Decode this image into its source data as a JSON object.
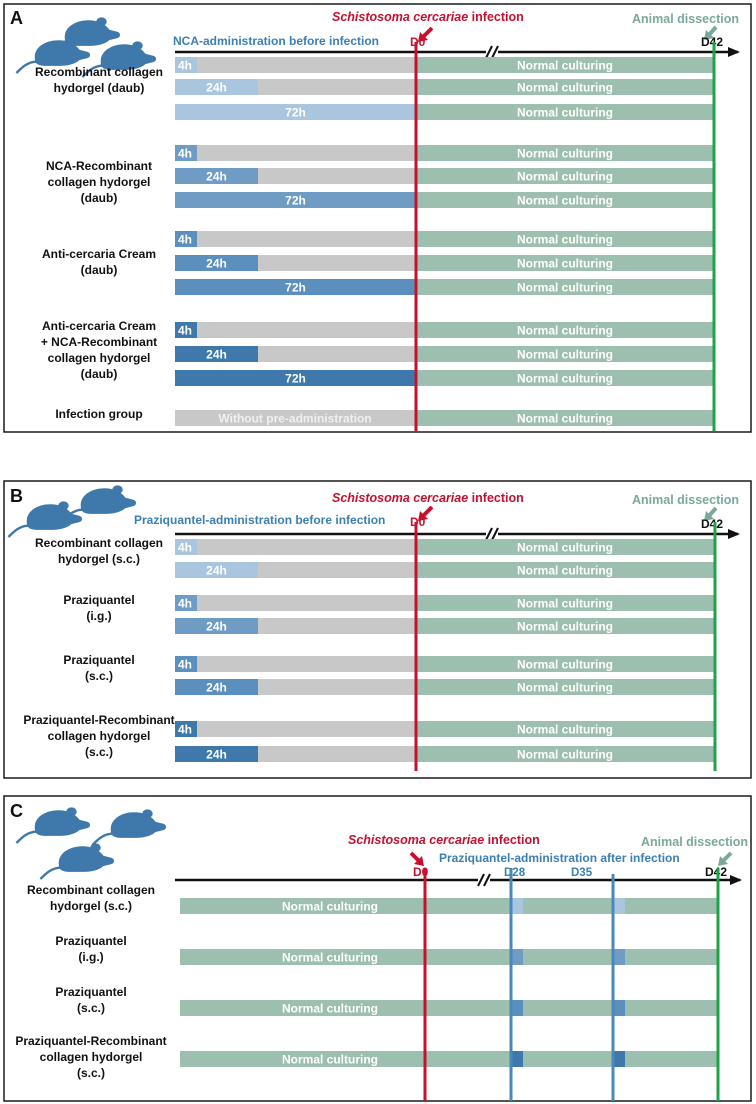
{
  "colors": {
    "infection_red": "#c8102e",
    "dissection_green": "#1fa34a",
    "culture_green": "#9dbfb0",
    "pre_gray": "#c8c8c8",
    "blue_light": "#a9c6de",
    "blue_mid": "#6f9cc5",
    "blue_dark": "#3f78aa",
    "blue_vline": "#4a88b8",
    "mouse_blue": "#3f78aa"
  },
  "panel_a": {
    "letter": "A",
    "infection_label_italic": "Schistosoma cercariae",
    "infection_label_rest": " infection",
    "dissection_label": "Animal dissection",
    "admin_label": "NCA-administration before infection",
    "tick_d0": "D0",
    "tick_d42": "D42",
    "normal_label": "Normal culturing",
    "groups": [
      {
        "label_lines": [
          "Recombinant collagen",
          "hydorgel  (daub)"
        ],
        "rows": [
          {
            "text": "4h",
            "pre": 4
          },
          {
            "text": "24h",
            "pre": 24
          },
          {
            "text": "72h",
            "pre": 72
          }
        ],
        "shade": "light"
      },
      {
        "label_lines": [
          "NCA-Recombinant",
          "collagen hydorgel",
          "(daub)"
        ],
        "rows": [
          {
            "text": "4h",
            "pre": 4
          },
          {
            "text": "24h",
            "pre": 24
          },
          {
            "text": "72h",
            "pre": 72
          }
        ],
        "shade": "mid"
      },
      {
        "label_lines": [
          "Anti-cercaria  Cream",
          "(daub)"
        ],
        "rows": [
          {
            "text": "4h",
            "pre": 4
          },
          {
            "text": "24h",
            "pre": 24
          },
          {
            "text": "72h",
            "pre": 72
          }
        ],
        "shade": "mid2"
      },
      {
        "label_lines": [
          "Anti-cercaria  Cream",
          "+ NCA-Recombinant",
          "collagen hydorgel",
          "(daub)"
        ],
        "rows": [
          {
            "text": "4h",
            "pre": 4
          },
          {
            "text": "24h",
            "pre": 24
          },
          {
            "text": "72h",
            "pre": 72
          }
        ],
        "shade": "dark"
      },
      {
        "label_lines": [
          "Infection group"
        ],
        "rows": [
          {
            "text": "Without  pre-administration",
            "pre": 0
          }
        ],
        "shade": "none"
      }
    ]
  },
  "panel_b": {
    "letter": "B",
    "infection_label_italic": "Schistosoma cercariae",
    "infection_label_rest": " infection",
    "dissection_label": "Animal dissection",
    "admin_label": "Praziquantel-administration before infection",
    "tick_d0": "D0",
    "tick_d42": "D42",
    "normal_label": "Normal culturing",
    "groups": [
      {
        "label_lines": [
          "Recombinant collagen",
          "hydorgel  (s.c.)"
        ],
        "rows": [
          {
            "text": "4h",
            "pre": 4
          },
          {
            "text": "24h",
            "pre": 24
          }
        ],
        "shade": "light"
      },
      {
        "label_lines": [
          "Praziquantel",
          "(i.g.)"
        ],
        "rows": [
          {
            "text": "4h",
            "pre": 4
          },
          {
            "text": "24h",
            "pre": 24
          }
        ],
        "shade": "mid"
      },
      {
        "label_lines": [
          "Praziquantel",
          "(s.c.)"
        ],
        "rows": [
          {
            "text": "4h",
            "pre": 4
          },
          {
            "text": "24h",
            "pre": 24
          }
        ],
        "shade": "mid2"
      },
      {
        "label_lines": [
          "Praziquantel-Recombinant",
          "collagen hydorgel",
          "(s.c.)"
        ],
        "rows": [
          {
            "text": "4h",
            "pre": 4
          },
          {
            "text": "24h",
            "pre": 24
          }
        ],
        "shade": "dark"
      }
    ]
  },
  "panel_c": {
    "letter": "C",
    "infection_label_italic": "Schistosoma cercariae",
    "infection_label_rest": " infection",
    "dissection_label": "Animal dissection",
    "admin_label": "Praziquantel-administration after infection",
    "tick_d0": "D0",
    "tick_d28": "D28",
    "tick_d35": "D35",
    "tick_d42": "D42",
    "normal_label": "Normal culturing",
    "groups": [
      {
        "label_lines": [
          "Recombinant collagen",
          "hydorgel  (s.c.)"
        ],
        "shade": "light"
      },
      {
        "label_lines": [
          "Praziquantel",
          "(i.g.)"
        ],
        "shade": "mid"
      },
      {
        "label_lines": [
          "Praziquantel",
          "(s.c.)"
        ],
        "shade": "mid2"
      },
      {
        "label_lines": [
          "Praziquantel-Recombinant",
          "collagen hydorgel",
          "(s.c.)"
        ],
        "shade": "dark"
      }
    ]
  }
}
